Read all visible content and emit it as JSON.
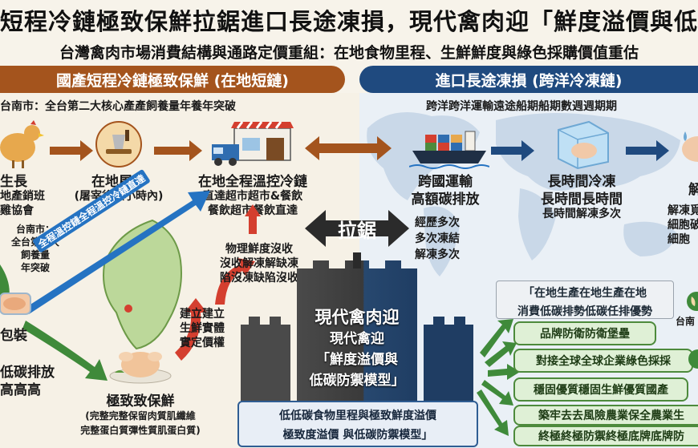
{
  "header": {
    "title": "短程冷鏈極致保鮮拉鋸進口長途凍損，現代禽肉迎「鮮度溢價與低碳防禦模",
    "subtitle": "台灣禽肉市場消費結構與通路定價重組：在地食物里程、生鮮鮮度與綠色採購價值重估"
  },
  "left_band": {
    "label": "國產短程冷鏈極致保鮮 (在地短鏈)"
  },
  "right_band": {
    "label": "進口長途凍損 (跨洋冷凍鏈)"
  },
  "left_panel": {
    "region_note": "台南市：全台第二大核心產產飼養量年養年突破",
    "step_grow": {
      "label": "生長",
      "sub1": "地產銷班",
      "sub2": "雞協會"
    },
    "step_slaughter": {
      "label": "在地屠宰",
      "sub": "(屠宰後數小時內)"
    },
    "step_store": {
      "label": "在地全程溫控冷鏈",
      "sub1": "直達超市超市&餐飲",
      "sub2": "餐飲超市餐飲直達"
    },
    "tainan_note": [
      "台南市：",
      "全台第二大",
      "飼養量",
      "年突破"
    ],
    "diag_arrow_label": "全程溫控鏈全程溫控冷鏈直達",
    "step_pack": {
      "label": "包裝"
    },
    "low_carbon": {
      "line1": "低碳排放",
      "line2": "高高高"
    },
    "fresh_quality": [
      "物理鮮度沒收",
      "沒收解凍解缺凍",
      "陷沒凍缺陷沒收"
    ],
    "pricing": [
      "建立建立",
      "生鮮實體",
      "實定價權"
    ],
    "step_fresh": {
      "label": "極致致保鮮",
      "sub1": "(完整完整保留肉質肌纖維",
      "sub2": "完整蛋白質彈性質肌蛋白質)"
    }
  },
  "center": {
    "tug_label": "拉鋸",
    "wall_title": "現代禽肉迎",
    "wall_line2": "現代禽迎",
    "wall_line3": "「鮮度溢價與",
    "wall_line4": "低碳防禦模型」",
    "bottom_box": {
      "line1": "低低碳食物里程與極致鮮度溢價",
      "line2": "極致度溢價 與低碳防禦模型」"
    }
  },
  "right_panel": {
    "route_note": "跨洋跨洋運輸遠途船期船期數週週期期",
    "ship": {
      "label": "跨國運輸",
      "sub": "高額碳排放"
    },
    "frozen": {
      "label": "長時間冷凍",
      "sub1": "長時間長時間",
      "sub2": "長時間解凍多次"
    },
    "thaw": {
      "label": "解",
      "sub1": "解凍覓",
      "sub2": "細胞破",
      "sub3": "細胞"
    },
    "freeze_cycles": [
      "經歷多次",
      "多次凍結",
      "解凍多次"
    ]
  },
  "strategy": {
    "header": {
      "line1": "「在地生產在地生產在地",
      "line2": "消費低碳排勢低碳任排優勢"
    },
    "items": [
      "品牌防衛防衛堡壘",
      "對接全球全球企業綠色採採",
      "穩固優質穩固生鮮優質國產",
      "築牢去去風險農業保全農業生",
      "終極終極防禦終極底牌底牌防"
    ],
    "badge_label": "台南"
  },
  "colors": {
    "brown": "#a4541d",
    "navy": "#1f4a7f",
    "green_arrow": "#3f8a3a",
    "red_arrow": "#d43f2f",
    "blue_arrow": "#2573c2"
  }
}
